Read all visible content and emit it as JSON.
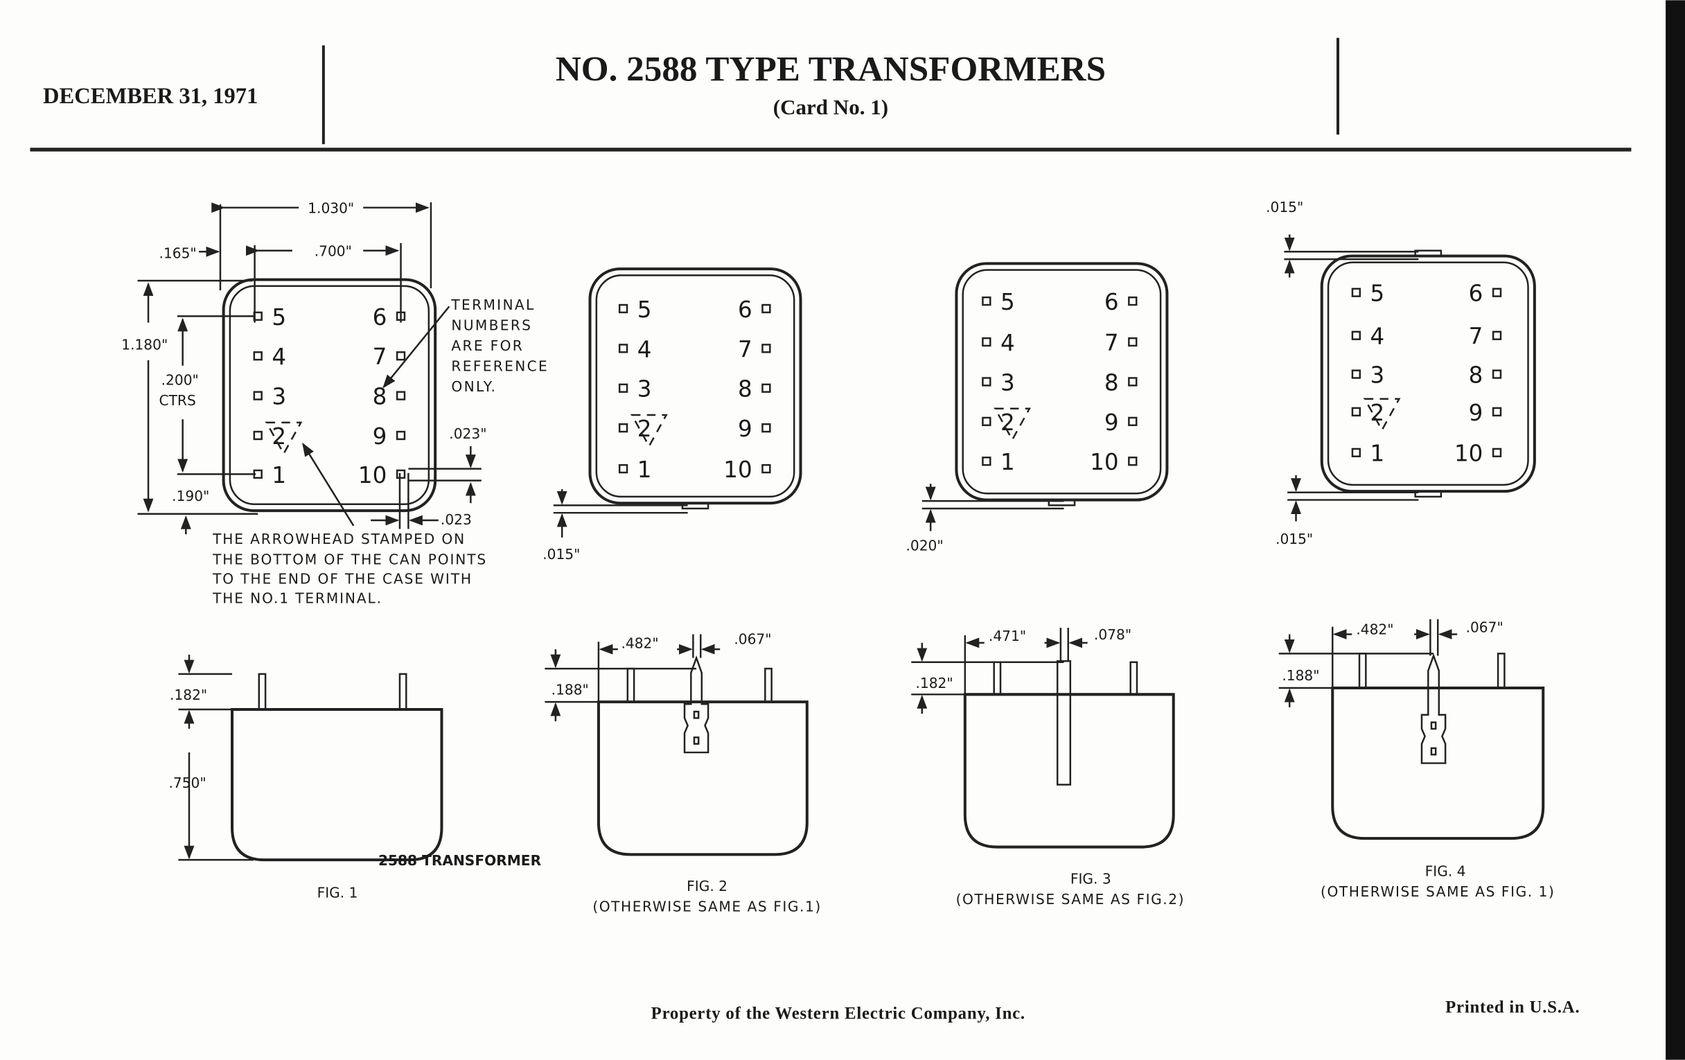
{
  "header": {
    "date": "DECEMBER 31, 1971",
    "title": "NO. 2588 TYPE TRANSFORMERS",
    "subtitle": "(Card No. 1)"
  },
  "terminals": {
    "left": [
      "5",
      "4",
      "3",
      "2",
      "1"
    ],
    "right": [
      "6",
      "7",
      "8",
      "9",
      "10"
    ]
  },
  "fig1": {
    "width": "1.030\"",
    "pin_span": ".700\"",
    "offset": ".165\"",
    "height": "1.180\"",
    "centers": ".200\"",
    "centers_label": "CTRS",
    "bottom": ".190\"",
    "pin_w": ".023\"",
    "pin_w2": ".023",
    "note_terminal": [
      "TERMINAL",
      "NUMBERS",
      "ARE FOR",
      "REFERENCE",
      "ONLY."
    ],
    "note_arrow": [
      "THE ARROWHEAD STAMPED ON",
      "THE BOTTOM OF THE CAN POINTS",
      "TO THE END OF THE CASE WITH",
      "THE NO.1 TERMINAL."
    ],
    "pin_height": ".182\"",
    "case_height": ".750\"",
    "stamp": "2588 TRANSFORMER",
    "caption": "FIG. 1"
  },
  "fig2": {
    "gap": ".015\"",
    "a": ".482\"",
    "b": ".067\"",
    "h": ".188\"",
    "caption": "FIG. 2",
    "note": "(OTHERWISE SAME AS FIG.1)"
  },
  "fig3": {
    "gap": ".020\"",
    "a": ".471\"",
    "b": ".078\"",
    "h": ".182\"",
    "caption": "FIG. 3",
    "note": "(OTHERWISE SAME AS FIG.2)"
  },
  "fig4": {
    "gap_top": ".015\"",
    "gap": ".015\"",
    "a": ".482\"",
    "b": ".067\"",
    "h": ".188\"",
    "caption": "FIG. 4",
    "note": "(OTHERWISE SAME AS FIG. 1)"
  },
  "footer": {
    "property": "Property of the Western Electric Company, Inc.",
    "printed": "Printed in U.S.A."
  }
}
